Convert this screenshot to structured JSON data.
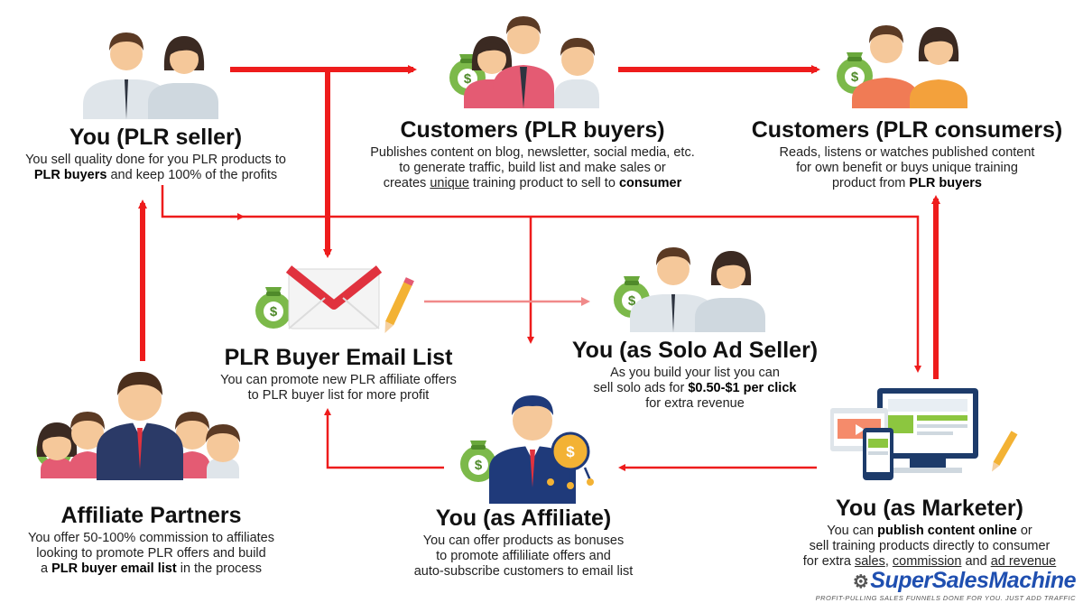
{
  "nodes": {
    "plr_seller": {
      "title": "You (PLR seller)",
      "lines": [
        [
          "You sell quality done for you PLR products to"
        ],
        [
          {
            "b": "PLR buyers"
          },
          " and keep 100% of the profits"
        ]
      ]
    },
    "plr_buyers": {
      "title": "Customers (PLR buyers)",
      "lines": [
        [
          "Publishes content on blog, newsletter, social media, etc."
        ],
        [
          "to generate traffic, build list and make sales or"
        ],
        [
          "creates ",
          {
            "u": "unique"
          },
          " training product to sell to ",
          {
            "b": "consumer"
          }
        ]
      ]
    },
    "plr_consumers": {
      "title": "Customers (PLR consumers)",
      "lines": [
        [
          "Reads, listens or watches published content"
        ],
        [
          "for own benefit or buys unique training"
        ],
        [
          "product from ",
          {
            "b": "PLR buyers"
          }
        ]
      ]
    },
    "email_list": {
      "title": "PLR Buyer Email List",
      "lines": [
        [
          "You can promote new PLR affiliate offers"
        ],
        [
          "to PLR buyer list for more profit"
        ]
      ]
    },
    "solo_ad": {
      "title": "You (as Solo Ad Seller)",
      "lines": [
        [
          "As you build your list you can"
        ],
        [
          "sell solo ads for ",
          {
            "b": "$0.50-$1 per click"
          }
        ],
        [
          "for extra revenue"
        ]
      ]
    },
    "affiliate_partners": {
      "title": "Affiliate Partners",
      "lines": [
        [
          "You offer 50-100% commission to affiliates"
        ],
        [
          "looking to promote PLR offers and build"
        ],
        [
          "a ",
          {
            "b": "PLR buyer email list"
          },
          " in the process"
        ]
      ]
    },
    "affiliate": {
      "title": "You (as Affiliate)",
      "lines": [
        [
          "You can offer products as bonuses"
        ],
        [
          "to promote affililiate offers and"
        ],
        [
          "auto-subscribe customers to email list"
        ]
      ]
    },
    "marketer": {
      "title": "You (as Marketer)",
      "lines": [
        [
          "You can ",
          {
            "b": "publish content online"
          },
          " or"
        ],
        [
          "sell training products directly to consumer"
        ],
        [
          "for extra ",
          {
            "u": "sales"
          },
          ", ",
          {
            "u": "commission"
          },
          " and ",
          {
            "u": "ad revenue"
          }
        ]
      ]
    }
  },
  "brand": {
    "name": "SuperSalesMachine",
    "tagline": "PROFIT-PULLING SALES FUNNELS DONE FOR YOU. JUST ADD TRAFFIC"
  },
  "icons": {
    "plr_seller": "business-people-icon",
    "plr_buyers": "customers-money-bag-icon",
    "plr_consumers": "couple-money-bag-icon",
    "email_list": "email-envelope-icon",
    "solo_ad": "business-people-money-bag-icon",
    "affiliate_partners": "team-leader-icon",
    "affiliate": "affiliate-businessman-icon",
    "marketer": "devices-content-icon"
  },
  "colors": {
    "arrow": "#ee1c1c",
    "arrow_light": "#f08a8a",
    "money_bag": "#7cb94a",
    "brand_blue": "#1f4fb0"
  }
}
